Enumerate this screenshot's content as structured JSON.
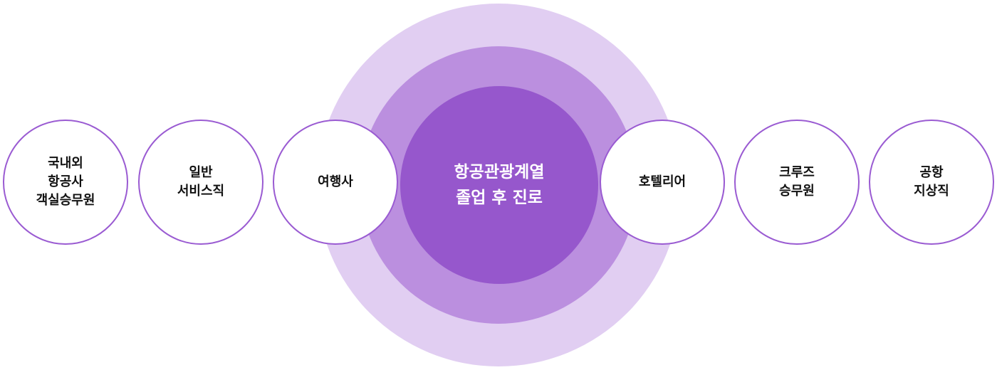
{
  "center": {
    "line1": "항공관광계열",
    "line2": "졸업 후 진로"
  },
  "careers": [
    {
      "label": "국내외\n항공사\n객실승무원"
    },
    {
      "label": "일반\n서비스직"
    },
    {
      "label": "여행사"
    },
    {
      "label": "호텔리어"
    },
    {
      "label": "크루즈\n승무원"
    },
    {
      "label": "공항\n지상직"
    }
  ],
  "colors": {
    "outer": "#e1cef2",
    "mid": "#bb8fdf",
    "inner": "#9657cc",
    "border": "#9a5bd2"
  }
}
